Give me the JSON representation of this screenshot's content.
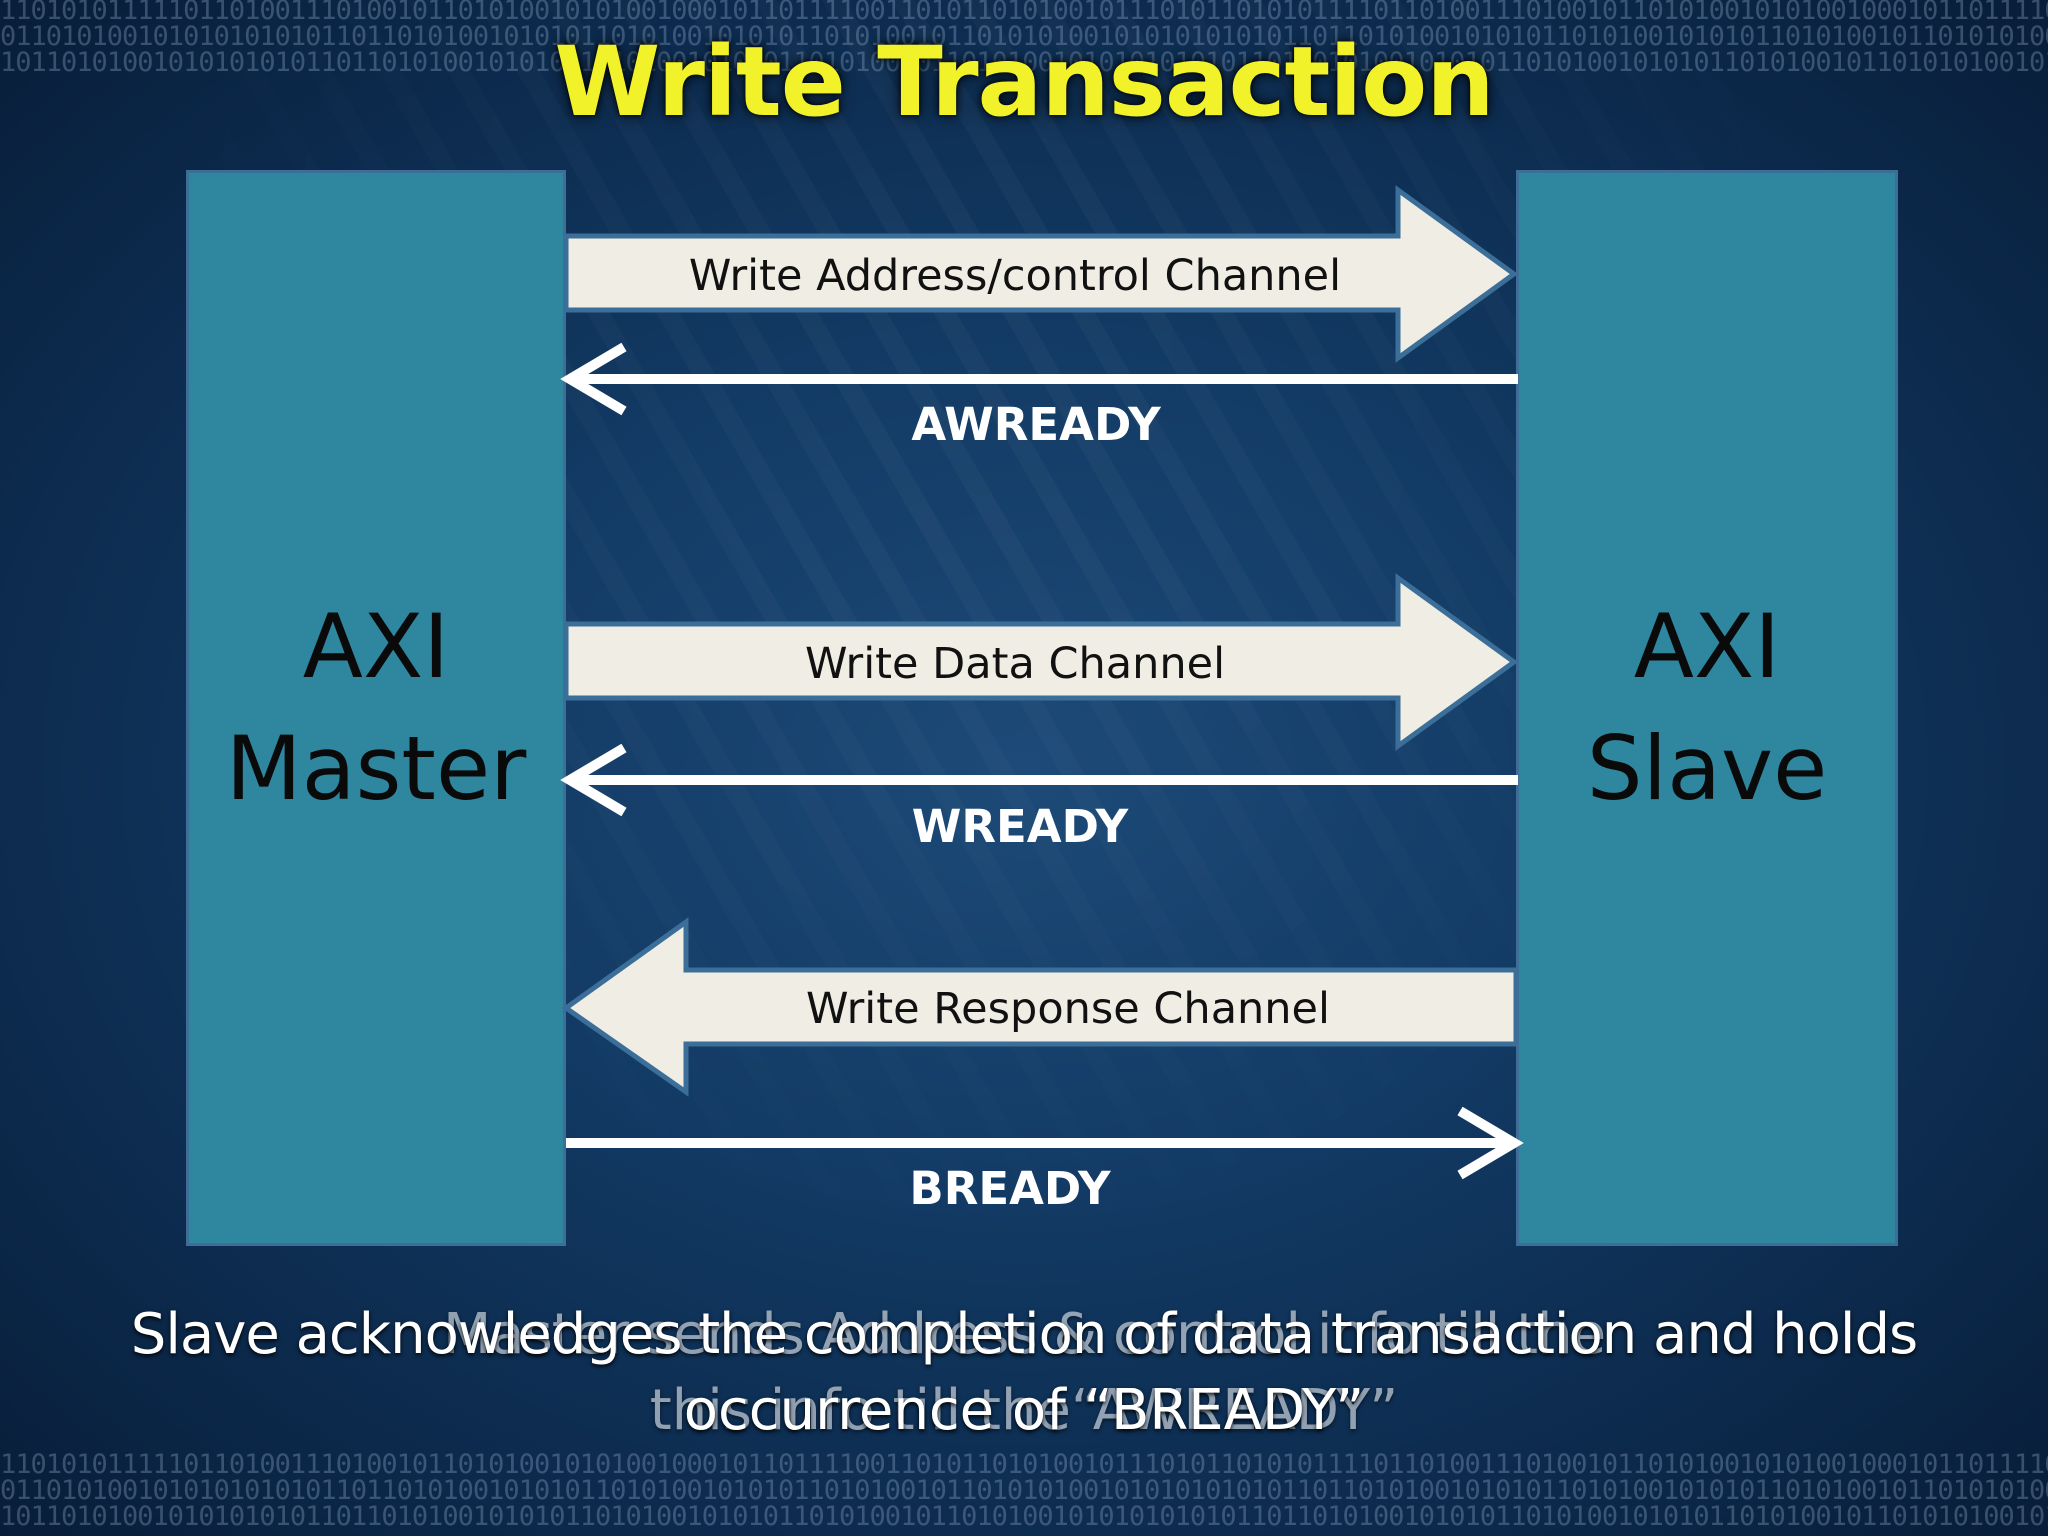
{
  "slide": {
    "title": "Write Transaction",
    "binary_background_top": [
      "11010101111101101001110100101101010010101001000101101111001101011010100101110101101010111101101001110100101101010010101001000101101111001101011010100101110101",
      "01101010010101010101011011010100101010110101001010101101010010110101010010101010101011011010100101010110101001010101101010010110101010010101010101011011010100",
      "10110101001010101010110110101001010101101010010101011010100101101010010101010101011011010100101010110101001010101101010010110101010010101010101011011010100101"
    ],
    "binary_background_bottom": [
      "11010101111101101001110100101101010010101001000101101111001101011010100101110101101010111101101001110100101101010010101001000101101111001101011010100101110101",
      "01101010010101010101011011010100101010110101001010101101010010110101010010101010101011011010100101010110101001010101101010010110101010010101010101011011010100",
      "10110101001010101010110110101001010101101010010101011010100101101010010101010101011011010100101010110101001010101101010010110101010010101010101011011010100101"
    ]
  },
  "diagram": {
    "master": {
      "line1": "AXI",
      "line2": "Master"
    },
    "slave": {
      "line1": "AXI",
      "line2": "Slave"
    },
    "channels": {
      "write_address": "Write Address/control Channel",
      "write_data": "Write Data Channel",
      "write_response": "Write Response Channel"
    },
    "signals": {
      "awready": "AWREADY",
      "wready": "WREADY",
      "bready": "BREADY"
    },
    "colors": {
      "block_fill": "#2e869f",
      "block_border": "#3d6e98",
      "channel_arrow_fill": "#efede4",
      "channel_arrow_stroke": "#3b6e98",
      "signal_line": "#ffffff",
      "title": "#f2f22a"
    }
  },
  "caption": {
    "line1_layer_a": "Master sends Address & control info till the",
    "line1_layer_b": "Slave acknowledges the completion of data transaction and holds",
    "line2_layer_a": "this info till the“AWREADY”",
    "line2_layer_b": "occurrence of “BREADY”"
  }
}
